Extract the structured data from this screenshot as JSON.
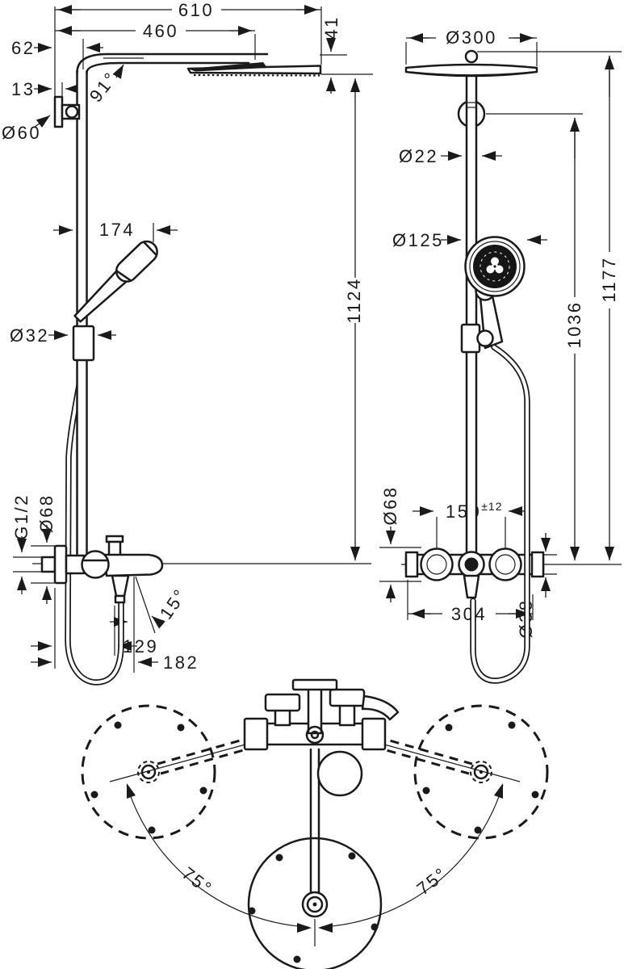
{
  "meta": {
    "type": "technical-dimension-drawing",
    "subject": "thermostatic shower system with overhead shower, hand shower and bath spout",
    "background_color": "#ffffff",
    "line_color": "#1a1a1a"
  },
  "views": {
    "side": {
      "label": "side-view",
      "dims": {
        "arm_total": "610",
        "arm_to_head_center": "460",
        "head_drop": "41",
        "wall_to_pipe": "62",
        "bracket_offset": "13",
        "wall_plate_dia": "Ø60",
        "arm_angle": "91°",
        "handshower_projection": "174",
        "slider_dia": "Ø32",
        "head_to_valve_height": "1124",
        "supply_thread": "G1/2",
        "escutcheon_dia": "Ø68",
        "spout_angle": "-15°",
        "spout_reach": "129",
        "spout_total_reach": "182"
      }
    },
    "front": {
      "label": "front-view",
      "dims": {
        "head_dia": "Ø300",
        "pipe_dia": "Ø22",
        "handshower_dia": "Ø125",
        "total_height": "1177",
        "hook_height": "1036",
        "escutcheon_dia": "Ø68",
        "connection_centers": "150",
        "connection_tolerance": "±12",
        "valve_width": "304",
        "union_dia": "Ø38"
      }
    },
    "plan": {
      "label": "plan-view",
      "dims": {
        "swivel_left": "75°",
        "swivel_right": "75°"
      }
    }
  }
}
